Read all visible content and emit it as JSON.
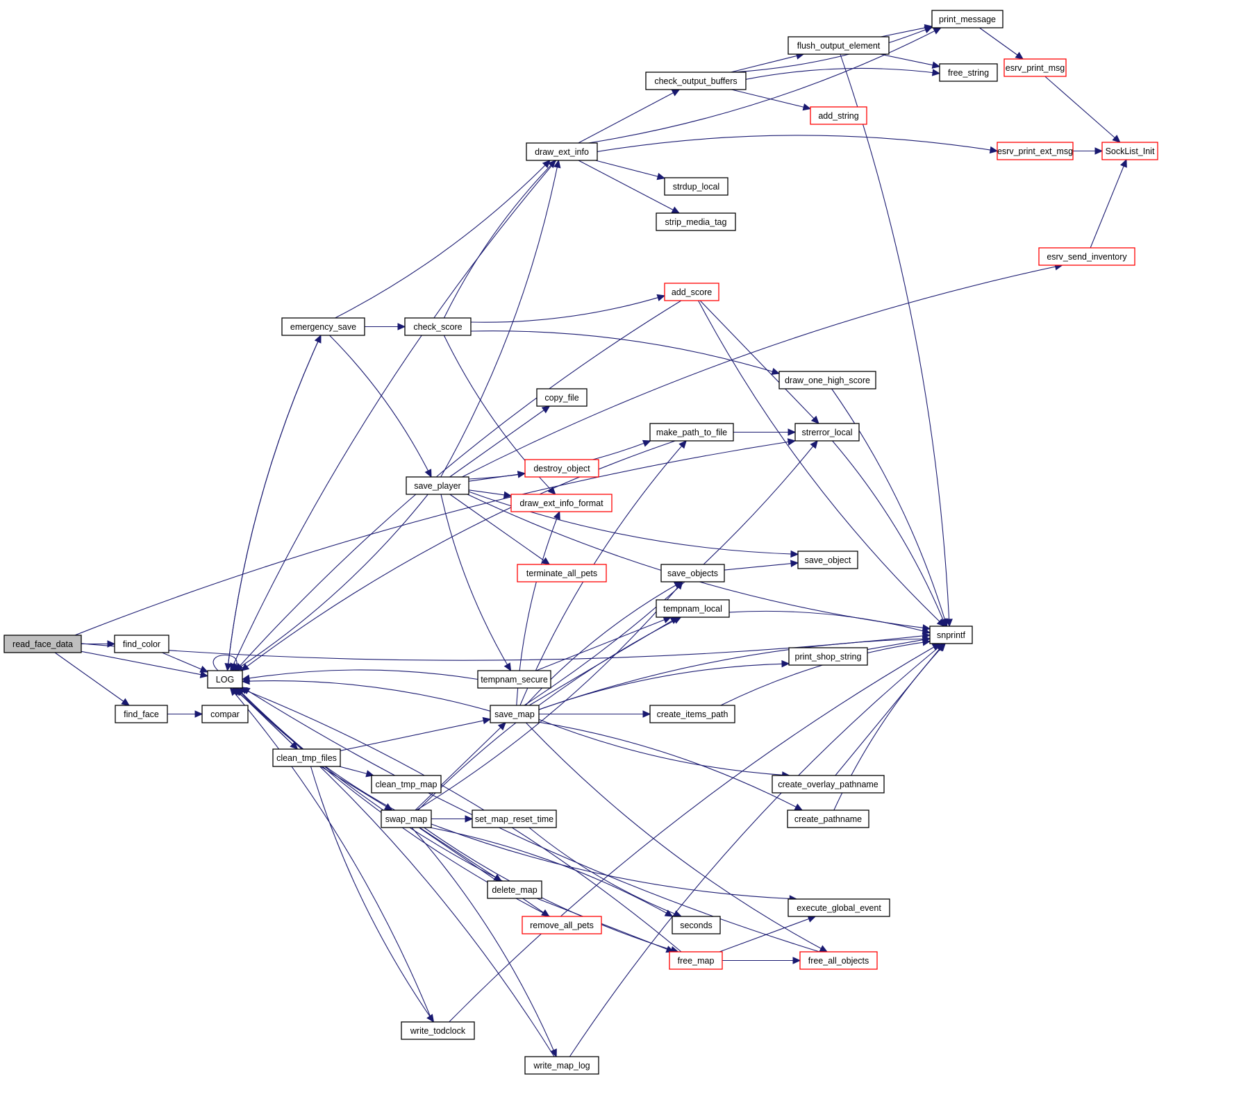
{
  "diagram": {
    "type": "call-graph",
    "colors": {
      "edge": "#191970",
      "root_fill": "#bfbfbf",
      "node_fill": "#ffffff",
      "node_border": "#000000",
      "truncated_border": "#ff0000"
    },
    "nodes": [
      {
        "id": "read_face_data",
        "label": "read_face_data",
        "style": "root"
      },
      {
        "id": "find_color",
        "label": "find_color",
        "style": "normal"
      },
      {
        "id": "find_face",
        "label": "find_face",
        "style": "normal"
      },
      {
        "id": "compar",
        "label": "compar",
        "style": "normal"
      },
      {
        "id": "LOG",
        "label": "LOG",
        "style": "normal"
      },
      {
        "id": "emergency_save",
        "label": "emergency_save",
        "style": "normal"
      },
      {
        "id": "check_score",
        "label": "check_score",
        "style": "normal"
      },
      {
        "id": "draw_ext_info",
        "label": "draw_ext_info",
        "style": "normal"
      },
      {
        "id": "check_output_buffers",
        "label": "check_output_buffers",
        "style": "normal"
      },
      {
        "id": "flush_output_element",
        "label": "flush_output_element",
        "style": "normal"
      },
      {
        "id": "print_message",
        "label": "print_message",
        "style": "normal"
      },
      {
        "id": "free_string",
        "label": "free_string",
        "style": "normal"
      },
      {
        "id": "add_string",
        "label": "add_string",
        "style": "truncated"
      },
      {
        "id": "esrv_print_msg",
        "label": "esrv_print_msg",
        "style": "truncated"
      },
      {
        "id": "esrv_print_ext_msg",
        "label": "esrv_print_ext_msg",
        "style": "truncated"
      },
      {
        "id": "SockList_Init",
        "label": "SockList_Init",
        "style": "truncated"
      },
      {
        "id": "esrv_send_inventory",
        "label": "esrv_send_inventory",
        "style": "truncated"
      },
      {
        "id": "strdup_local",
        "label": "strdup_local",
        "style": "normal"
      },
      {
        "id": "strip_media_tag",
        "label": "strip_media_tag",
        "style": "normal"
      },
      {
        "id": "add_score",
        "label": "add_score",
        "style": "truncated"
      },
      {
        "id": "draw_one_high_score",
        "label": "draw_one_high_score",
        "style": "normal"
      },
      {
        "id": "copy_file",
        "label": "copy_file",
        "style": "normal"
      },
      {
        "id": "make_path_to_file",
        "label": "make_path_to_file",
        "style": "normal"
      },
      {
        "id": "strerror_local",
        "label": "strerror_local",
        "style": "normal"
      },
      {
        "id": "save_player",
        "label": "save_player",
        "style": "normal"
      },
      {
        "id": "destroy_object",
        "label": "destroy_object",
        "style": "truncated"
      },
      {
        "id": "draw_ext_info_format",
        "label": "draw_ext_info_format",
        "style": "truncated"
      },
      {
        "id": "terminate_all_pets",
        "label": "terminate_all_pets",
        "style": "truncated"
      },
      {
        "id": "save_objects",
        "label": "save_objects",
        "style": "normal"
      },
      {
        "id": "save_object",
        "label": "save_object",
        "style": "normal"
      },
      {
        "id": "tempnam_local",
        "label": "tempnam_local",
        "style": "normal"
      },
      {
        "id": "snprintf",
        "label": "snprintf",
        "style": "normal"
      },
      {
        "id": "print_shop_string",
        "label": "print_shop_string",
        "style": "normal"
      },
      {
        "id": "tempnam_secure",
        "label": "tempnam_secure",
        "style": "normal"
      },
      {
        "id": "save_map",
        "label": "save_map",
        "style": "normal"
      },
      {
        "id": "create_items_path",
        "label": "create_items_path",
        "style": "normal"
      },
      {
        "id": "clean_tmp_files",
        "label": "clean_tmp_files",
        "style": "normal"
      },
      {
        "id": "clean_tmp_map",
        "label": "clean_tmp_map",
        "style": "normal"
      },
      {
        "id": "create_overlay_pathname",
        "label": "create_overlay_pathname",
        "style": "normal"
      },
      {
        "id": "swap_map",
        "label": "swap_map",
        "style": "normal"
      },
      {
        "id": "set_map_reset_time",
        "label": "set_map_reset_time",
        "style": "normal"
      },
      {
        "id": "create_pathname",
        "label": "create_pathname",
        "style": "normal"
      },
      {
        "id": "delete_map",
        "label": "delete_map",
        "style": "normal"
      },
      {
        "id": "execute_global_event",
        "label": "execute_global_event",
        "style": "normal"
      },
      {
        "id": "remove_all_pets",
        "label": "remove_all_pets",
        "style": "truncated"
      },
      {
        "id": "seconds",
        "label": "seconds",
        "style": "normal"
      },
      {
        "id": "free_map",
        "label": "free_map",
        "style": "truncated"
      },
      {
        "id": "free_all_objects",
        "label": "free_all_objects",
        "style": "truncated"
      },
      {
        "id": "write_todclock",
        "label": "write_todclock",
        "style": "normal"
      },
      {
        "id": "write_map_log",
        "label": "write_map_log",
        "style": "normal"
      }
    ],
    "edges": [
      [
        "read_face_data",
        "find_color"
      ],
      [
        "read_face_data",
        "LOG"
      ],
      [
        "read_face_data",
        "find_face"
      ],
      [
        "read_face_data",
        "snprintf"
      ],
      [
        "read_face_data",
        "strerror_local"
      ],
      [
        "find_color",
        "LOG"
      ],
      [
        "find_face",
        "compar"
      ],
      [
        "LOG",
        "LOG"
      ],
      [
        "LOG",
        "emergency_save"
      ],
      [
        "LOG",
        "clean_tmp_files"
      ],
      [
        "emergency_save",
        "check_score"
      ],
      [
        "emergency_save",
        "draw_ext_info"
      ],
      [
        "emergency_save",
        "save_player"
      ],
      [
        "emergency_save",
        "LOG"
      ],
      [
        "check_score",
        "draw_ext_info"
      ],
      [
        "check_score",
        "add_score"
      ],
      [
        "check_score",
        "draw_one_high_score"
      ],
      [
        "check_score",
        "draw_ext_info_format"
      ],
      [
        "draw_ext_info",
        "check_output_buffers"
      ],
      [
        "draw_ext_info",
        "print_message"
      ],
      [
        "draw_ext_info",
        "esrv_print_ext_msg"
      ],
      [
        "draw_ext_info",
        "strdup_local"
      ],
      [
        "draw_ext_info",
        "strip_media_tag"
      ],
      [
        "draw_ext_info",
        "LOG"
      ],
      [
        "check_output_buffers",
        "flush_output_element"
      ],
      [
        "check_output_buffers",
        "print_message"
      ],
      [
        "check_output_buffers",
        "free_string"
      ],
      [
        "check_output_buffers",
        "add_string"
      ],
      [
        "flush_output_element",
        "print_message"
      ],
      [
        "flush_output_element",
        "free_string"
      ],
      [
        "flush_output_element",
        "snprintf"
      ],
      [
        "print_message",
        "esrv_print_msg"
      ],
      [
        "esrv_print_msg",
        "SockList_Init"
      ],
      [
        "esrv_print_ext_msg",
        "SockList_Init"
      ],
      [
        "esrv_send_inventory",
        "SockList_Init"
      ],
      [
        "add_score",
        "LOG"
      ],
      [
        "add_score",
        "strerror_local"
      ],
      [
        "add_score",
        "snprintf"
      ],
      [
        "draw_one_high_score",
        "snprintf"
      ],
      [
        "save_player",
        "draw_ext_info"
      ],
      [
        "save_player",
        "copy_file"
      ],
      [
        "save_player",
        "make_path_to_file"
      ],
      [
        "save_player",
        "destroy_object"
      ],
      [
        "save_player",
        "draw_ext_info_format"
      ],
      [
        "save_player",
        "terminate_all_pets"
      ],
      [
        "save_player",
        "tempnam_secure"
      ],
      [
        "save_player",
        "LOG"
      ],
      [
        "save_player",
        "snprintf"
      ],
      [
        "save_player",
        "esrv_send_inventory"
      ],
      [
        "save_player",
        "save_object"
      ],
      [
        "make_path_to_file",
        "strerror_local"
      ],
      [
        "make_path_to_file",
        "LOG"
      ],
      [
        "strerror_local",
        "snprintf"
      ],
      [
        "save_objects",
        "save_object"
      ],
      [
        "tempnam_local",
        "snprintf"
      ],
      [
        "tempnam_secure",
        "LOG"
      ],
      [
        "tempnam_secure",
        "tempnam_local"
      ],
      [
        "save_map",
        "LOG"
      ],
      [
        "save_map",
        "save_objects"
      ],
      [
        "save_map",
        "tempnam_local"
      ],
      [
        "save_map",
        "make_path_to_file"
      ],
      [
        "save_map",
        "strerror_local"
      ],
      [
        "save_map",
        "print_shop_string"
      ],
      [
        "save_map",
        "create_items_path"
      ],
      [
        "save_map",
        "snprintf"
      ],
      [
        "save_map",
        "create_overlay_pathname"
      ],
      [
        "save_map",
        "create_pathname"
      ],
      [
        "save_map",
        "free_all_objects"
      ],
      [
        "save_map",
        "draw_ext_info_format"
      ],
      [
        "print_shop_string",
        "snprintf"
      ],
      [
        "create_items_path",
        "snprintf"
      ],
      [
        "create_overlay_pathname",
        "snprintf"
      ],
      [
        "create_pathname",
        "snprintf"
      ],
      [
        "clean_tmp_files",
        "LOG"
      ],
      [
        "clean_tmp_files",
        "save_map"
      ],
      [
        "clean_tmp_files",
        "clean_tmp_map"
      ],
      [
        "clean_tmp_files",
        "swap_map"
      ],
      [
        "clean_tmp_files",
        "write_todclock"
      ],
      [
        "swap_map",
        "LOG"
      ],
      [
        "swap_map",
        "save_map"
      ],
      [
        "swap_map",
        "set_map_reset_time"
      ],
      [
        "swap_map",
        "delete_map"
      ],
      [
        "swap_map",
        "remove_all_pets"
      ],
      [
        "swap_map",
        "free_map"
      ],
      [
        "swap_map",
        "write_map_log"
      ],
      [
        "swap_map",
        "execute_global_event"
      ],
      [
        "swap_map",
        "seconds"
      ],
      [
        "swap_map",
        "save_objects"
      ],
      [
        "swap_map",
        "tempnam_local"
      ],
      [
        "set_map_reset_time",
        "seconds"
      ],
      [
        "delete_map",
        "LOG"
      ],
      [
        "delete_map",
        "free_map"
      ],
      [
        "remove_all_pets",
        "LOG"
      ],
      [
        "free_map",
        "LOG"
      ],
      [
        "free_map",
        "execute_global_event"
      ],
      [
        "free_map",
        "free_all_objects"
      ],
      [
        "free_all_objects",
        "LOG"
      ],
      [
        "write_todclock",
        "LOG"
      ],
      [
        "write_todclock",
        "snprintf"
      ],
      [
        "write_map_log",
        "LOG"
      ],
      [
        "write_map_log",
        "snprintf"
      ]
    ]
  }
}
